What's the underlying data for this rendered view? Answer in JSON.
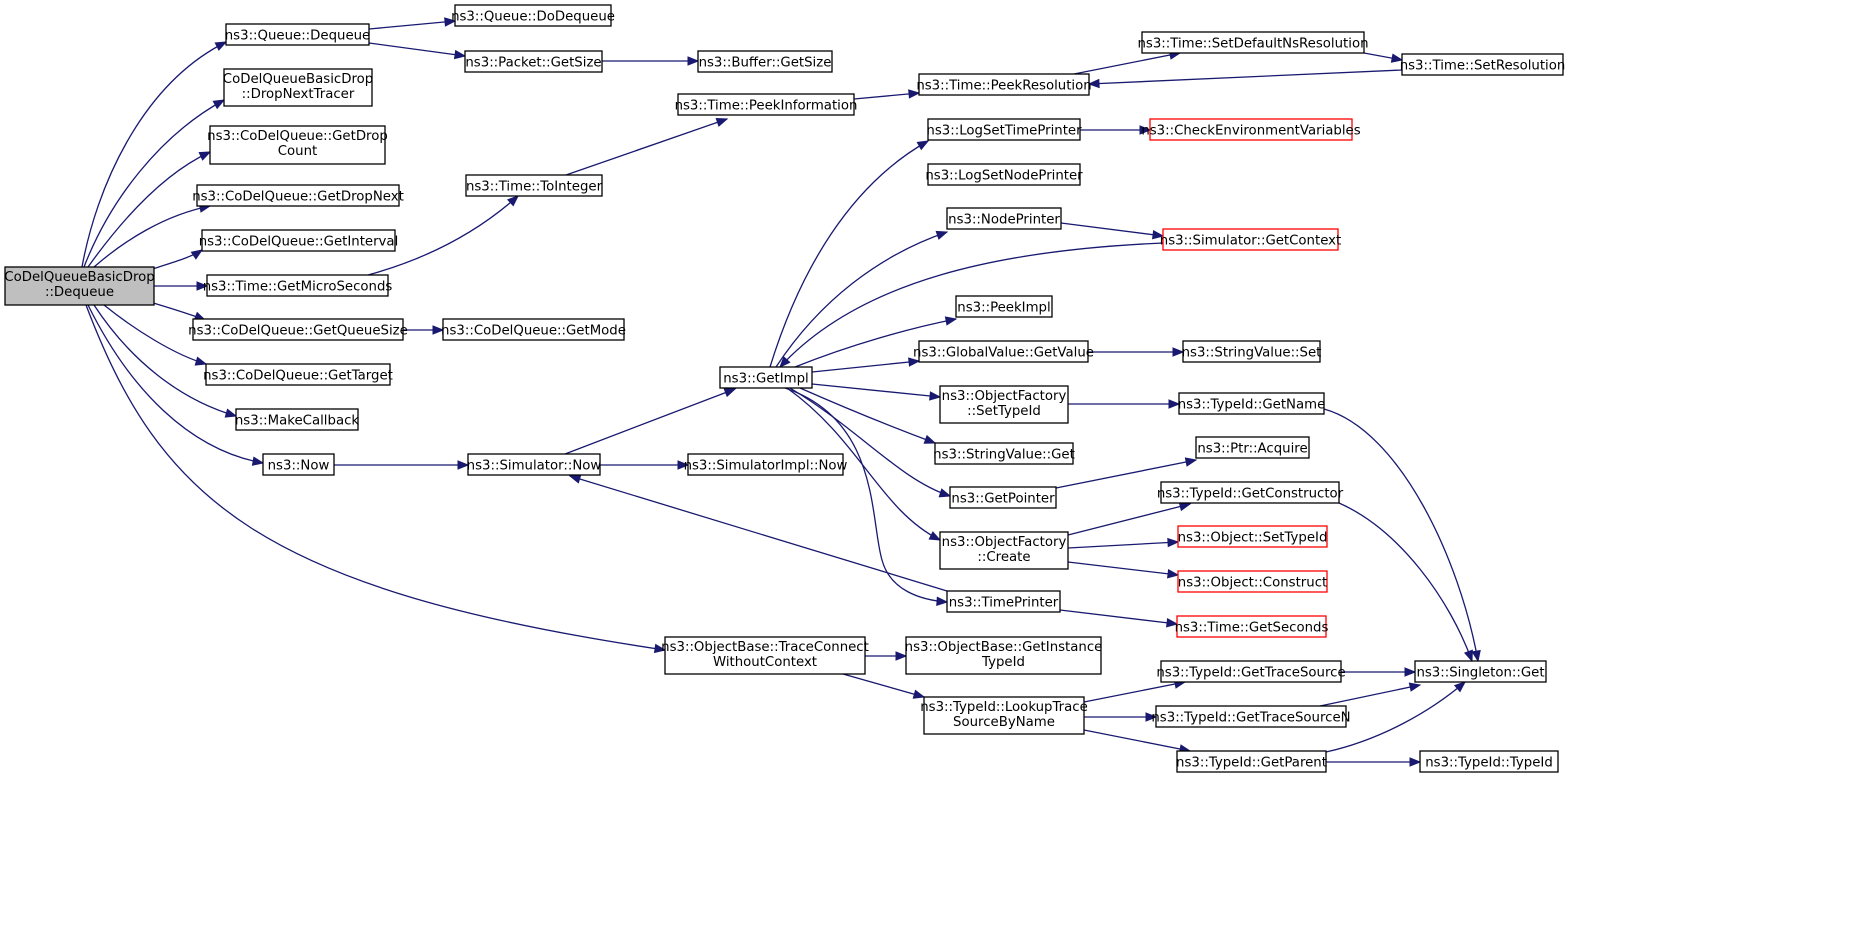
{
  "diagram": {
    "colors": {
      "edge": "#191970",
      "node_border": "#000000",
      "truncated_border": "#ff0000",
      "root_fill": "#bfbfbf",
      "node_fill": "#ffffff"
    },
    "nodes": [
      {
        "id": "root",
        "name": "root-node",
        "lines": [
          "CoDelQueueBasicDrop",
          "::Dequeue"
        ],
        "style": "root"
      },
      {
        "id": "qdeq",
        "name": "node-queue-dequeue",
        "lines": [
          "ns3::Queue::Dequeue"
        ]
      },
      {
        "id": "qdodeq",
        "name": "node-queue-dodequeue",
        "lines": [
          "ns3::Queue::DoDequeue"
        ]
      },
      {
        "id": "pgs",
        "name": "node-packet-getsize",
        "lines": [
          "ns3::Packet::GetSize"
        ]
      },
      {
        "id": "bgs",
        "name": "node-buffer-getsize",
        "lines": [
          "ns3::Buffer::GetSize"
        ]
      },
      {
        "id": "dnt",
        "name": "node-dropnexttracer",
        "lines": [
          "CoDelQueueBasicDrop",
          "::DropNextTracer"
        ]
      },
      {
        "id": "gdc",
        "name": "node-codel-getdropcount",
        "lines": [
          "ns3::CoDelQueue::GetDrop",
          "Count"
        ]
      },
      {
        "id": "gdn",
        "name": "node-codel-getdropnext",
        "lines": [
          "ns3::CoDelQueue::GetDropNext"
        ]
      },
      {
        "id": "gint",
        "name": "node-codel-getinterval",
        "lines": [
          "ns3::CoDelQueue::GetInterval"
        ]
      },
      {
        "id": "tgms",
        "name": "node-time-getmicroseconds",
        "lines": [
          "ns3::Time::GetMicroSeconds"
        ]
      },
      {
        "id": "gqs",
        "name": "node-codel-getqueuesize",
        "lines": [
          "ns3::CoDelQueue::GetQueueSize"
        ]
      },
      {
        "id": "gmode",
        "name": "node-codel-getmode",
        "lines": [
          "ns3::CoDelQueue::GetMode"
        ]
      },
      {
        "id": "gtar",
        "name": "node-codel-gettarget",
        "lines": [
          "ns3::CoDelQueue::GetTarget"
        ]
      },
      {
        "id": "mcb",
        "name": "node-makecallback",
        "lines": [
          "ns3::MakeCallback"
        ]
      },
      {
        "id": "now",
        "name": "node-now",
        "lines": [
          "ns3::Now"
        ]
      },
      {
        "id": "simnow",
        "name": "node-simulator-now",
        "lines": [
          "ns3::Simulator::Now"
        ]
      },
      {
        "id": "siminow",
        "name": "node-simulatorimpl-now",
        "lines": [
          "ns3::SimulatorImpl::Now"
        ]
      },
      {
        "id": "toint",
        "name": "node-time-tointeger",
        "lines": [
          "ns3::Time::ToInteger"
        ]
      },
      {
        "id": "peekinfo",
        "name": "node-time-peekinformation",
        "lines": [
          "ns3::Time::PeekInformation"
        ]
      },
      {
        "id": "peekres",
        "name": "node-time-peekresolution",
        "lines": [
          "ns3::Time::PeekResolution"
        ]
      },
      {
        "id": "setdef",
        "name": "node-time-setdefaultnsresolution",
        "lines": [
          "ns3::Time::SetDefaultNsResolution"
        ]
      },
      {
        "id": "setres",
        "name": "node-time-setresolution",
        "lines": [
          "ns3::Time::SetResolution"
        ]
      },
      {
        "id": "getimpl",
        "name": "node-getimpl",
        "lines": [
          "ns3::GetImpl"
        ]
      },
      {
        "id": "logtp",
        "name": "node-logsettimeprinter",
        "lines": [
          "ns3::LogSetTimePrinter"
        ]
      },
      {
        "id": "cev",
        "name": "node-checkenvironmentvariables",
        "lines": [
          "ns3::CheckEnvironmentVariables"
        ],
        "style": "trunc"
      },
      {
        "id": "lognp",
        "name": "node-logsetnodeprinter",
        "lines": [
          "ns3::LogSetNodePrinter"
        ]
      },
      {
        "id": "np",
        "name": "node-nodeprinter",
        "lines": [
          "ns3::NodePrinter"
        ]
      },
      {
        "id": "simctx",
        "name": "node-simulator-getcontext",
        "lines": [
          "ns3::Simulator::GetContext"
        ],
        "style": "trunc"
      },
      {
        "id": "peekimpl",
        "name": "node-peekimpl",
        "lines": [
          "ns3::PeekImpl"
        ]
      },
      {
        "id": "gvgv",
        "name": "node-globalvalue-getvalue",
        "lines": [
          "ns3::GlobalValue::GetValue"
        ]
      },
      {
        "id": "svset",
        "name": "node-stringvalue-set",
        "lines": [
          "ns3::StringValue::Set"
        ]
      },
      {
        "id": "ofsti",
        "name": "node-objectfactory-settypeid",
        "lines": [
          "ns3::ObjectFactory",
          "::SetTypeId"
        ]
      },
      {
        "id": "tgn",
        "name": "node-typeid-getname",
        "lines": [
          "ns3::TypeId::GetName"
        ]
      },
      {
        "id": "svget",
        "name": "node-stringvalue-get",
        "lines": [
          "ns3::StringValue::Get"
        ]
      },
      {
        "id": "getptr",
        "name": "node-getpointer",
        "lines": [
          "ns3::GetPointer"
        ]
      },
      {
        "id": "ptracq",
        "name": "node-ptr-acquire",
        "lines": [
          "ns3::Ptr::Acquire"
        ]
      },
      {
        "id": "tgc",
        "name": "node-typeid-getconstructor",
        "lines": [
          "ns3::TypeId::GetConstructor"
        ]
      },
      {
        "id": "ofcreate",
        "name": "node-objectfactory-create",
        "lines": [
          "ns3::ObjectFactory",
          "::Create"
        ]
      },
      {
        "id": "objsti",
        "name": "node-object-settypeid",
        "lines": [
          "ns3::Object::SetTypeId"
        ],
        "style": "trunc"
      },
      {
        "id": "objcons",
        "name": "node-object-construct",
        "lines": [
          "ns3::Object::Construct"
        ],
        "style": "trunc"
      },
      {
        "id": "tp",
        "name": "node-timeprinter",
        "lines": [
          "ns3::TimePrinter"
        ]
      },
      {
        "id": "tgsec",
        "name": "node-time-getseconds",
        "lines": [
          "ns3::Time::GetSeconds"
        ],
        "style": "trunc"
      },
      {
        "id": "obtc",
        "name": "node-objectbase-traceconnectwithoutcontext",
        "lines": [
          "ns3::ObjectBase::TraceConnect",
          "WithoutContext"
        ]
      },
      {
        "id": "obgit",
        "name": "node-objectbase-getinstancetypeid",
        "lines": [
          "ns3::ObjectBase::GetInstance",
          "TypeId"
        ]
      },
      {
        "id": "tlts",
        "name": "node-typeid-lookuptracesourcebyname",
        "lines": [
          "ns3::TypeId::LookupTrace",
          "SourceByName"
        ]
      },
      {
        "id": "tgts",
        "name": "node-typeid-gettracesource",
        "lines": [
          "ns3::TypeId::GetTraceSource"
        ]
      },
      {
        "id": "tgtsn",
        "name": "node-typeid-gettracesourcen",
        "lines": [
          "ns3::TypeId::GetTraceSourceN"
        ]
      },
      {
        "id": "tgp",
        "name": "node-typeid-getparent",
        "lines": [
          "ns3::TypeId::GetParent"
        ]
      },
      {
        "id": "sget",
        "name": "node-singleton-get",
        "lines": [
          "ns3::Singleton::Get"
        ]
      },
      {
        "id": "tti",
        "name": "node-typeid-typeid",
        "lines": [
          "ns3::TypeId::TypeId"
        ]
      }
    ]
  }
}
